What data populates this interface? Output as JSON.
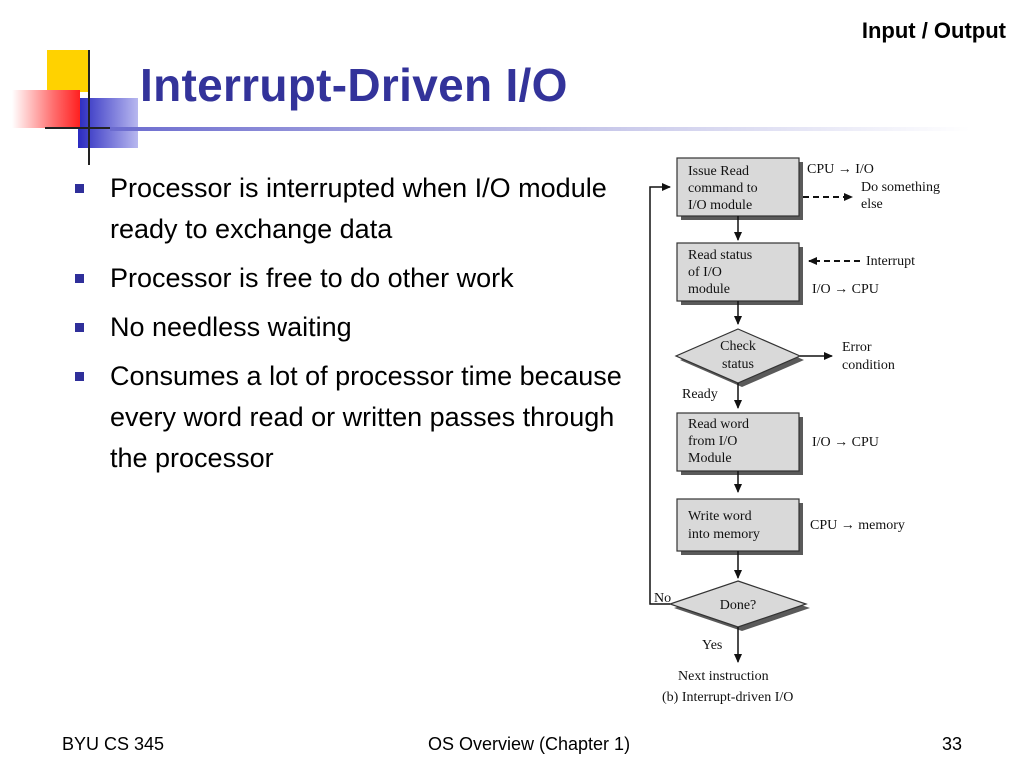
{
  "header": {
    "topic": "Input / Output"
  },
  "slide": {
    "title": "Interrupt-Driven I/O",
    "bullets": [
      "Processor is interrupted when I/O module ready to exchange data",
      "Processor is free to do other work",
      "No needless waiting",
      "Consumes a lot of processor time because every word read or written passes through the processor"
    ]
  },
  "diagram": {
    "boxes": {
      "issue": [
        "Issue Read",
        "command to",
        "I/O module"
      ],
      "read_status": [
        "Read status",
        "of I/O",
        "module"
      ],
      "read_word": [
        "Read word",
        "from I/O",
        "Module"
      ],
      "write_word": [
        "Write word",
        "into memory"
      ]
    },
    "decisions": {
      "check": [
        "Check",
        "status"
      ],
      "done": "Done?"
    },
    "side_labels": {
      "cpu_io": "CPU → I/O",
      "do_something": [
        "Do something",
        "else"
      ],
      "interrupt": "Interrupt",
      "io_cpu_1": "I/O → CPU",
      "error": [
        "Error",
        "condition"
      ],
      "io_cpu_2": "I/O → CPU",
      "cpu_memory": "CPU → memory"
    },
    "edge_labels": {
      "ready": "Ready",
      "no": "No",
      "yes": "Yes"
    },
    "next_instruction": "Next instruction",
    "caption": "(b) Interrupt-driven I/O"
  },
  "footer": {
    "left": "BYU CS 345",
    "center": "OS Overview (Chapter 1)",
    "page": "33"
  },
  "colors": {
    "title": "#33339a",
    "logo_yellow": "#ffd200",
    "logo_red": "#ff3030",
    "logo_blue": "#3434c8",
    "box_fill": "#d9d9d9"
  }
}
